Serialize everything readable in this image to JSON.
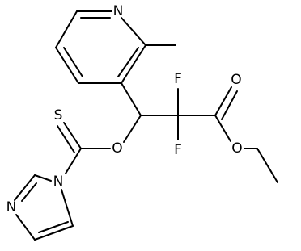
{
  "structure": {
    "atoms": {
      "N_pyridine": "N",
      "F_upper": "F",
      "F_lower": "F",
      "O_carbonyl": "O",
      "O_ester": "O",
      "O_ether": "O",
      "S_thione": "S",
      "N_imidazole_1": "N",
      "N_imidazole_3": "N"
    },
    "colors": {
      "bond": "#000000",
      "label": "#000000",
      "background": "#ffffff"
    }
  }
}
